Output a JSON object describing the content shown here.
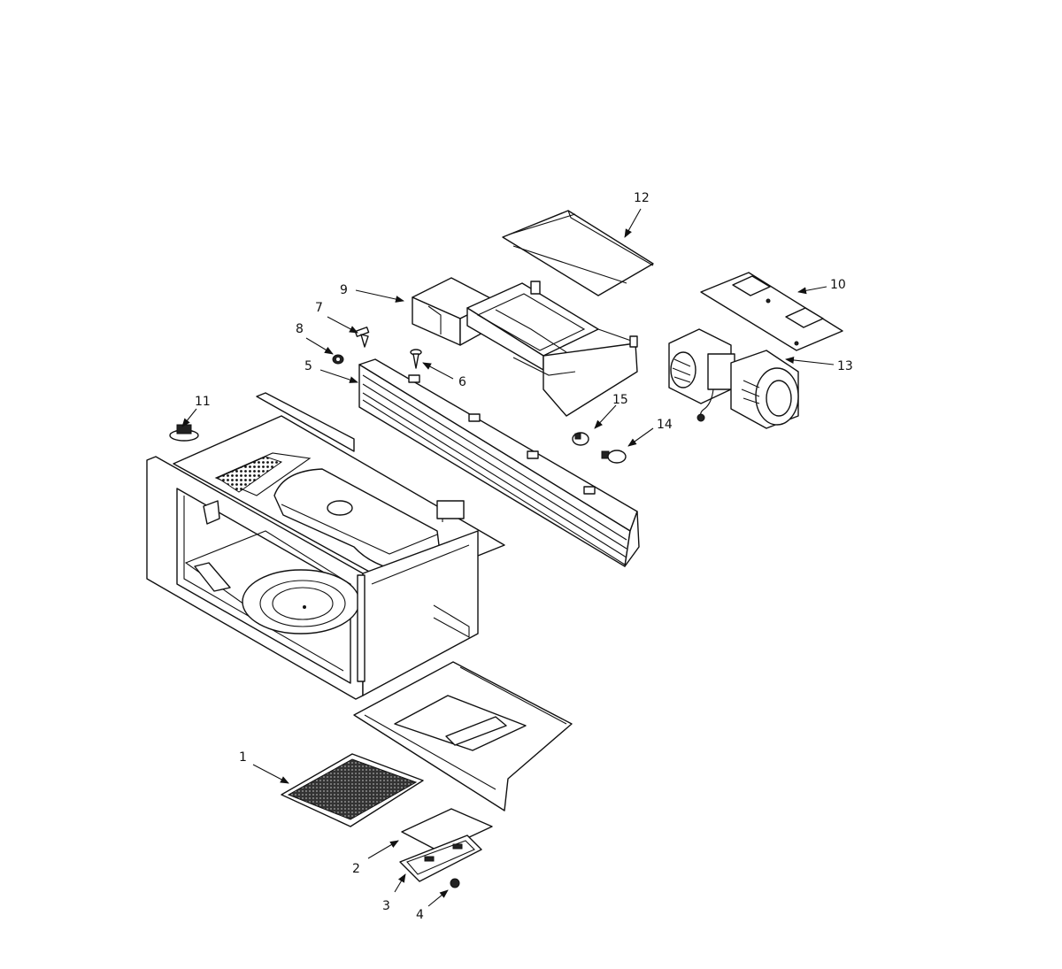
{
  "diagram": {
    "callouts": [
      {
        "id": "c1",
        "label": "1"
      },
      {
        "id": "c2",
        "label": "2"
      },
      {
        "id": "c3",
        "label": "3"
      },
      {
        "id": "c4",
        "label": "4"
      },
      {
        "id": "c5",
        "label": "5"
      },
      {
        "id": "c6",
        "label": "6"
      },
      {
        "id": "c7",
        "label": "7"
      },
      {
        "id": "c8",
        "label": "8"
      },
      {
        "id": "c9",
        "label": "9"
      },
      {
        "id": "c10",
        "label": "10"
      },
      {
        "id": "c11",
        "label": "11"
      },
      {
        "id": "c12",
        "label": "12"
      },
      {
        "id": "c13",
        "label": "13"
      },
      {
        "id": "c14",
        "label": "14"
      },
      {
        "id": "c15",
        "label": "15"
      }
    ]
  },
  "colors": {
    "line": "#111111",
    "background": "#ffffff"
  }
}
